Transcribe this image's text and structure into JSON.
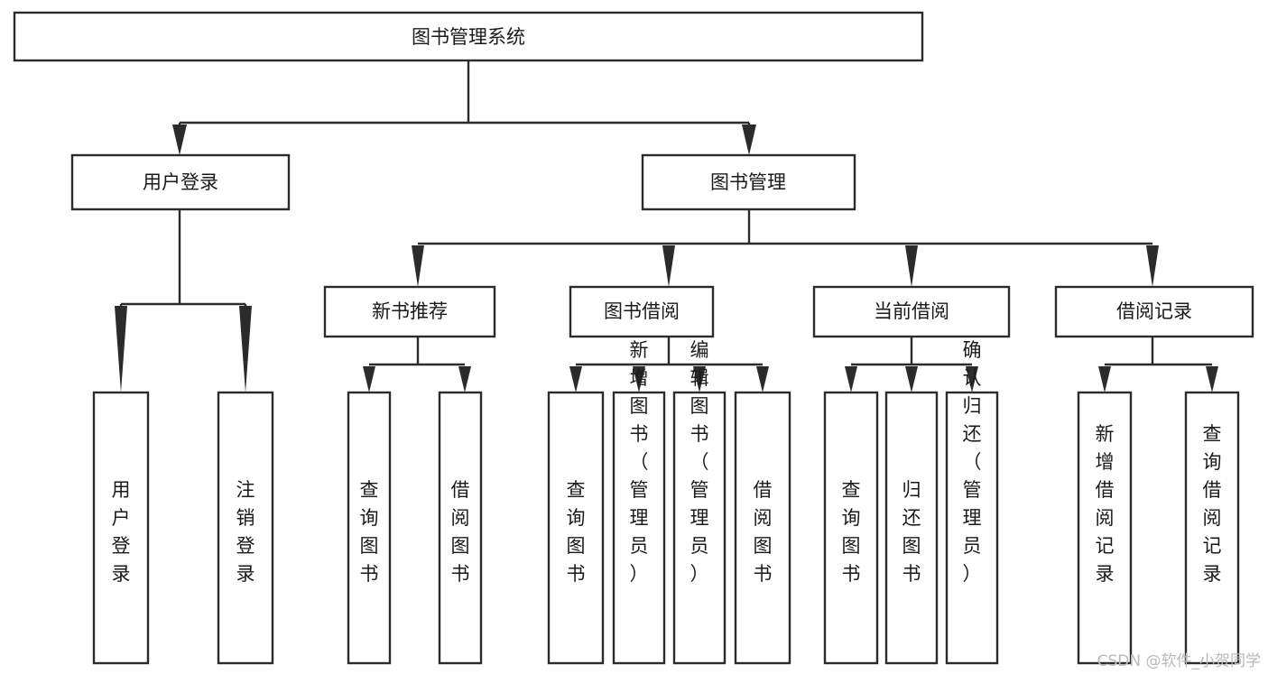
{
  "diagram": {
    "type": "tree-hierarchy",
    "title": "图书管理系统",
    "orientation": "top-down",
    "colors": {
      "box_border": "#2b2b2b",
      "box_fill": "#ffffff",
      "connector": "#2b2b2b",
      "text": "#1a1a1a",
      "watermark": "#b9b9b9",
      "background": "#ffffff"
    },
    "root": {
      "label": "图书管理系统"
    },
    "level2": [
      {
        "id": "user-login",
        "label": "用户登录"
      },
      {
        "id": "book-manage",
        "label": "图书管理"
      }
    ],
    "level3": [
      {
        "id": "new-book-recommend",
        "label": "新书推荐",
        "parent": "book-manage"
      },
      {
        "id": "book-borrow",
        "label": "图书借阅",
        "parent": "book-manage"
      },
      {
        "id": "current-borrow",
        "label": "当前借阅",
        "parent": "book-manage"
      },
      {
        "id": "borrow-record",
        "label": "借阅记录",
        "parent": "book-manage"
      }
    ],
    "leaves": {
      "user-login": [
        {
          "id": "leaf-user-login",
          "label": "用户登录"
        },
        {
          "id": "leaf-logout-login",
          "label": "注销登录"
        }
      ],
      "new-book-recommend": [
        {
          "id": "leaf-query-book-1",
          "label": "查询图书"
        },
        {
          "id": "leaf-borrow-book-1",
          "label": "借阅图书"
        }
      ],
      "book-borrow": [
        {
          "id": "leaf-query-book-2",
          "label": "查询图书"
        },
        {
          "id": "leaf-add-book",
          "label": "新增图书（管理员）"
        },
        {
          "id": "leaf-edit-book",
          "label": "编辑图书（管理员）"
        },
        {
          "id": "leaf-borrow-book-2",
          "label": "借阅图书"
        }
      ],
      "current-borrow": [
        {
          "id": "leaf-query-book-3",
          "label": "查询图书"
        },
        {
          "id": "leaf-return-book",
          "label": "归还图书"
        },
        {
          "id": "leaf-confirm-return",
          "label": "确认归还（管理员）"
        }
      ],
      "borrow-record": [
        {
          "id": "leaf-add-record",
          "label": "新增借阅记录"
        },
        {
          "id": "leaf-query-record",
          "label": "查询借阅记录"
        }
      ]
    }
  },
  "watermark": {
    "text": "CSDN @软件_小贺同学"
  }
}
